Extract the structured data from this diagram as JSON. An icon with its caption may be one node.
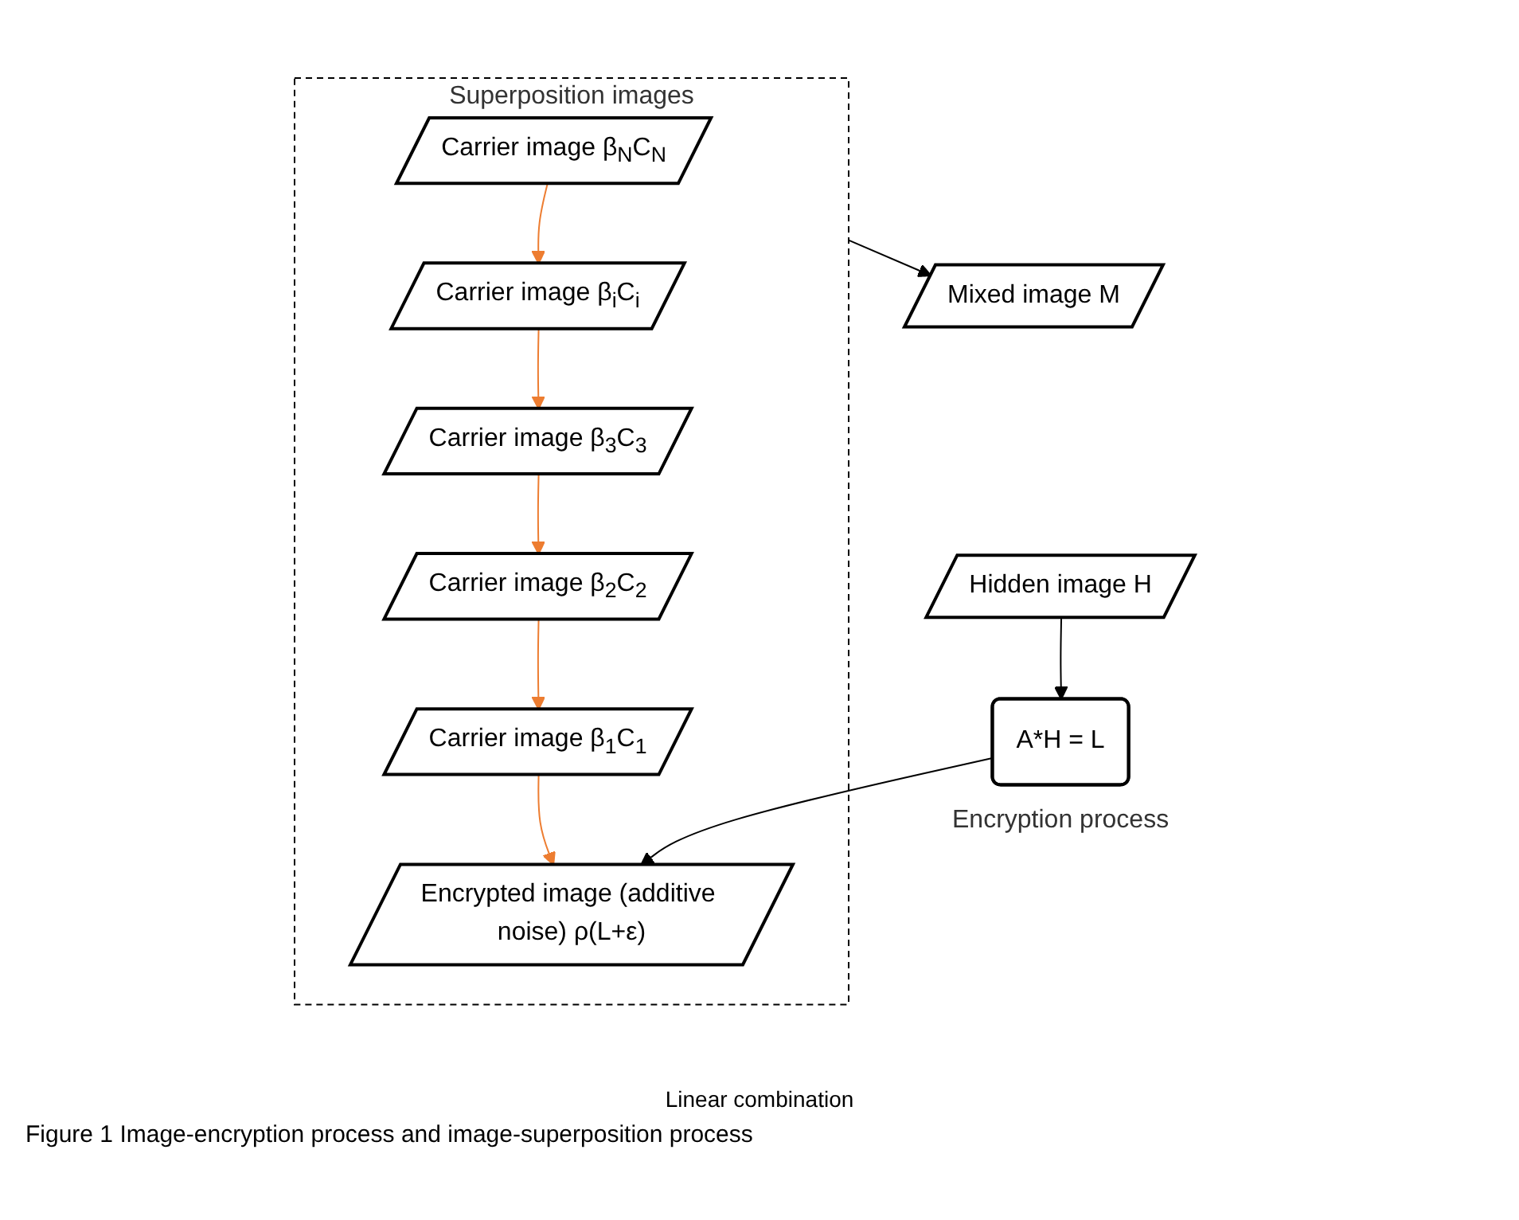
{
  "diagram": {
    "caption": "Figure 1 Image-encryption process and image-superposition process",
    "nodes": [
      {
        "text": [
          "Superposition images"
        ]
      },
      {
        "text": [
          "Carrier image β$_{N}$C$_{N}$"
        ],
        "in": 0
      },
      {
        "text": [
          "Carrier image β$_{i}$C$_{i}$"
        ],
        "in": 0
      },
      {
        "text": [
          "Carrier image β$_{3}$C$_{3}$"
        ],
        "in": 0
      },
      {
        "text": [
          "Carrier image β$_{2}$C$_{2}$"
        ],
        "in": 0
      },
      {
        "text": [
          "Carrier image β$_{1}$C$_{1}$"
        ],
        "in": 0
      },
      {
        "text": [
          "Encrypted image (additive noise) ρ(L+ε)"
        ],
        "in": 0
      },
      {
        "text": [
          "Hidden image H"
        ]
      },
      {
        "text": [
          "A*H = L"
        ],
        "beside": [
          "Encryption process"
        ]
      },
      {
        "text": [
          "Mixed image M"
        ]
      }
    ],
    "edges": [
      {
        "from": 1,
        "to": 2,
        "arrow": "to",
        "color": "#ed7d31"
      },
      {
        "from": 2,
        "to": 3,
        "arrow": "to",
        "color": "#ed7d31"
      },
      {
        "from": 3,
        "to": 4,
        "arrow": "to",
        "color": "#ed7d31"
      },
      {
        "from": 4,
        "to": 5,
        "arrow": "to",
        "color": "#ed7d31"
      },
      {
        "from": 5,
        "to": 6,
        "arrow": "to",
        "color": "#ed7d31"
      },
      {
        "from": 7,
        "to": 8,
        "arrow": "to",
        "color": "#000000"
      },
      {
        "from": 8,
        "to": 6,
        "arrow": "to",
        "color": "#000000"
      },
      {
        "from": 0,
        "to": 9,
        "arrow": "to",
        "color": "#000000"
      }
    ],
    "labels": [
      "Linear combination"
    ]
  }
}
